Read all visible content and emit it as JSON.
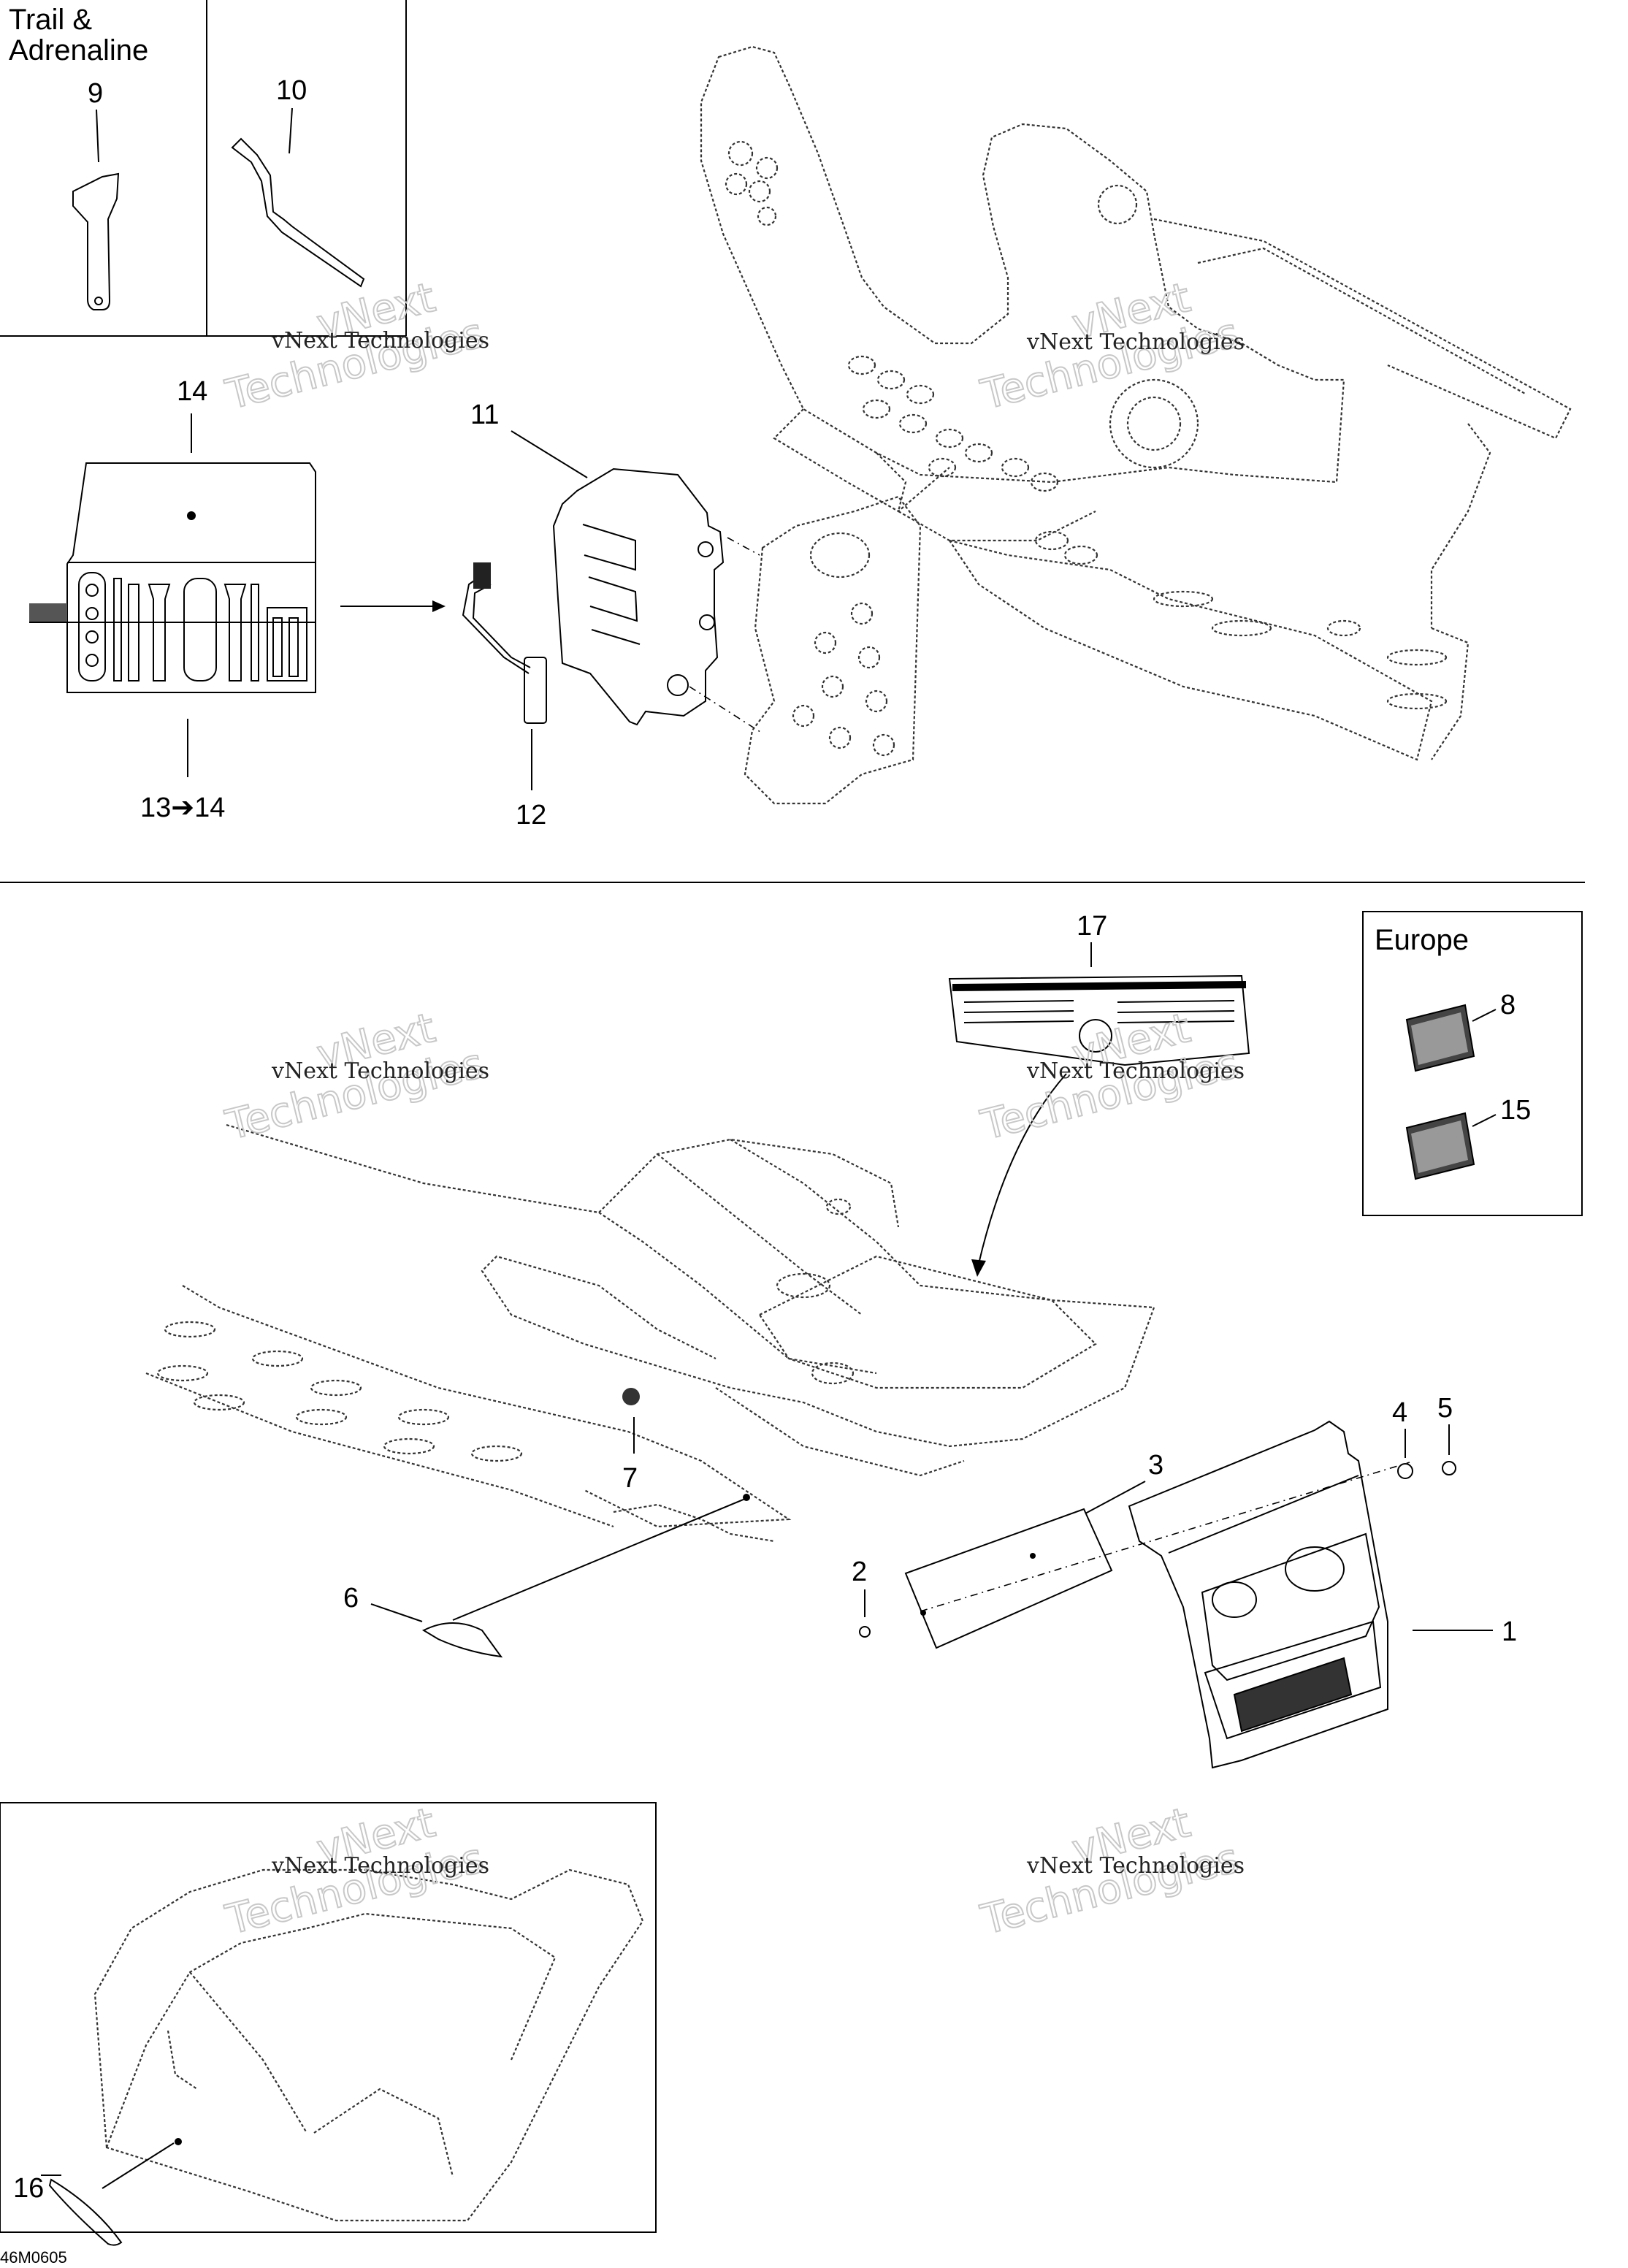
{
  "callouts": {
    "c1": "1",
    "c2": "2",
    "c3": "3",
    "c4": "4",
    "c5": "5",
    "c6": "6",
    "c7": "7",
    "c8": "8",
    "c9": "9",
    "c10": "10",
    "c11": "11",
    "c12": "12",
    "c13_14": "13➔14",
    "c14": "14",
    "c15": "15",
    "c16": "16",
    "c17": "17"
  },
  "inset_labels": {
    "trail_line1": "Trail &",
    "trail_line2": "Adrenaline",
    "europe": "Europe"
  },
  "watermark": {
    "line1": "vNext Technologies",
    "line2": "Technologies",
    "line3": "vNext"
  },
  "diagram_code": "46M0605"
}
